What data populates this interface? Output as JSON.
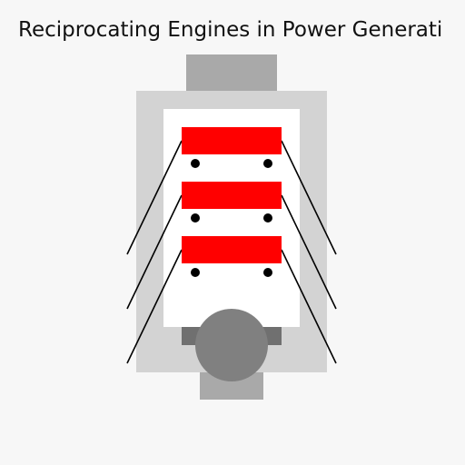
{
  "title": "Reciprocating Engines in Power Generati",
  "colors": {
    "background": "#f7f7f7",
    "engine_block": "#d3d3d3",
    "top_cover": "#a9a9a9",
    "bottom_base": "#a9a9a9",
    "chamber": "#ffffff",
    "piston": "#ff0000",
    "pin": "#000000",
    "rod": "#000000",
    "crank_housing": "#707070",
    "crankshaft": "#808080"
  },
  "components": {
    "pistons": [
      "piston-1",
      "piston-2",
      "piston-3"
    ],
    "crankshaft": "crankshaft-disc"
  }
}
